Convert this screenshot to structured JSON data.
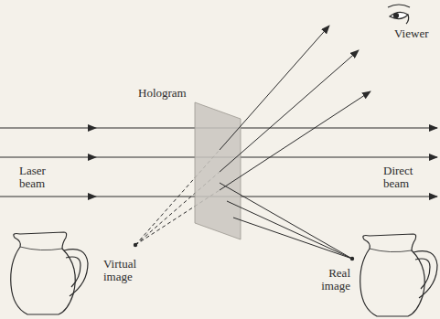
{
  "diagram": {
    "labels": [
      "Hologram",
      "Viewer",
      "Laser beam",
      "Direct beam",
      "Virtual image",
      "Real image"
    ]
  }
}
